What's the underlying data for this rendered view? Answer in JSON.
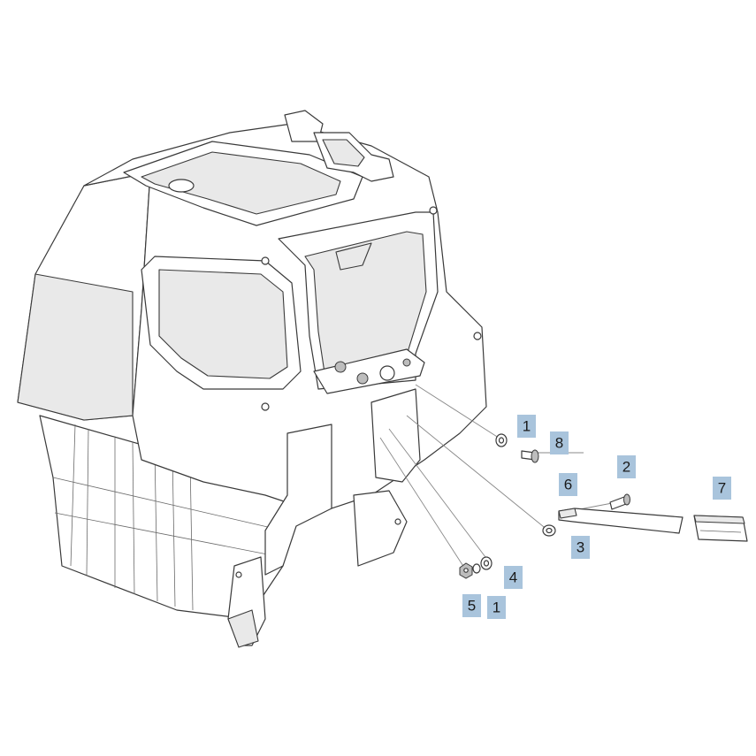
{
  "callouts": [
    {
      "id": "c1a",
      "label": "1"
    },
    {
      "id": "c8",
      "label": "8"
    },
    {
      "id": "c2",
      "label": "2"
    },
    {
      "id": "c6",
      "label": "6"
    },
    {
      "id": "c7",
      "label": "7"
    },
    {
      "id": "c3",
      "label": "3"
    },
    {
      "id": "c4",
      "label": "4"
    },
    {
      "id": "c5",
      "label": "5"
    },
    {
      "id": "c1b",
      "label": "1"
    }
  ],
  "colors": {
    "callout_fill": "#a9c4dc",
    "line": "#3a3a3a",
    "leader": "#8a8a8a"
  },
  "icons": [
    "storage-box-housing",
    "washer-icon",
    "bolt-icon",
    "nut-icon",
    "bracket-icon",
    "pad-icon"
  ]
}
